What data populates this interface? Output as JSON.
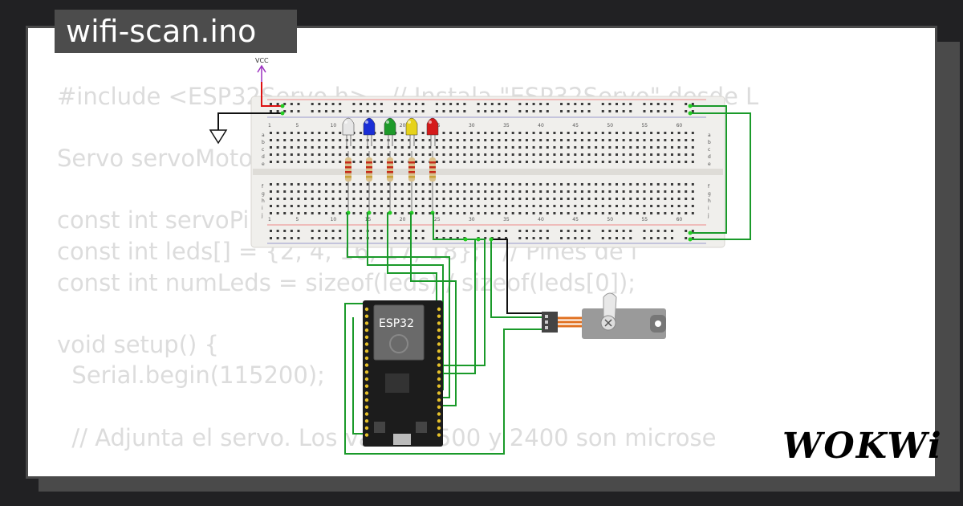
{
  "title": "wifi-scan.ino",
  "code_lines": [
    "#include <ESP32Servo.h>   // Instala \"ESP32Servo\" desde L",
    "",
    "Servo servoMotor;",
    "",
    "const int servoPin = 13;",
    "const int leds[] = {2, 4, 16, 17, 18};   // Pines de l",
    "const int numLeds = sizeof(leds) / sizeof(leds[0]);",
    "",
    "void setup() {",
    "  Serial.begin(115200);",
    "",
    "  // Adjunta el servo. Los valores 500 y 2400 son microse"
  ],
  "vcc_label": "VCC",
  "esp32_label": "ESP32",
  "logo": "WOKWi",
  "breadboard": {
    "col_numbers": [
      "1",
      "5",
      "10",
      "15",
      "20",
      "25",
      "30",
      "35",
      "40",
      "45",
      "50",
      "55",
      "60"
    ],
    "row_letters_top": [
      "a",
      "b",
      "c",
      "d",
      "e"
    ],
    "row_letters_bottom": [
      "f",
      "g",
      "h",
      "i",
      "j"
    ]
  },
  "led_colors": [
    "#e6e6e6",
    "#1a2ed6",
    "#1e9a2a",
    "#e6d21a",
    "#d41a1a"
  ],
  "wire_color": "#1a9a2a"
}
